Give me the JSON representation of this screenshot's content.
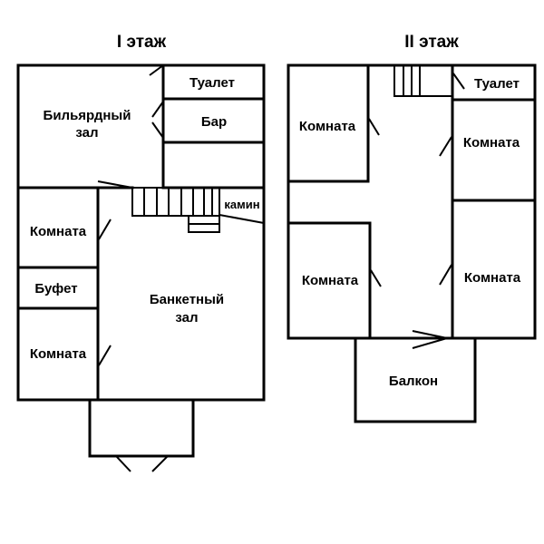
{
  "floors": [
    {
      "title": "I этаж",
      "rooms": {
        "billiard": [
          "Бильярдный",
          "зал"
        ],
        "toilet": "Туалет",
        "bar": "Бар",
        "room_upper": "Комната",
        "buffet": "Буфет",
        "room_lower": "Комната",
        "banquet": [
          "Банкетный",
          "зал"
        ],
        "fireplace": "камин"
      }
    },
    {
      "title": "II этаж",
      "rooms": {
        "room_top_left": "Комната",
        "toilet": "Туалет",
        "room_top_right": "Комната",
        "room_bottom_left": "Комната",
        "room_bottom_right": "Комната",
        "balcony": "Балкон"
      }
    }
  ],
  "colors": {
    "line": "#000000",
    "background": "#ffffff"
  }
}
